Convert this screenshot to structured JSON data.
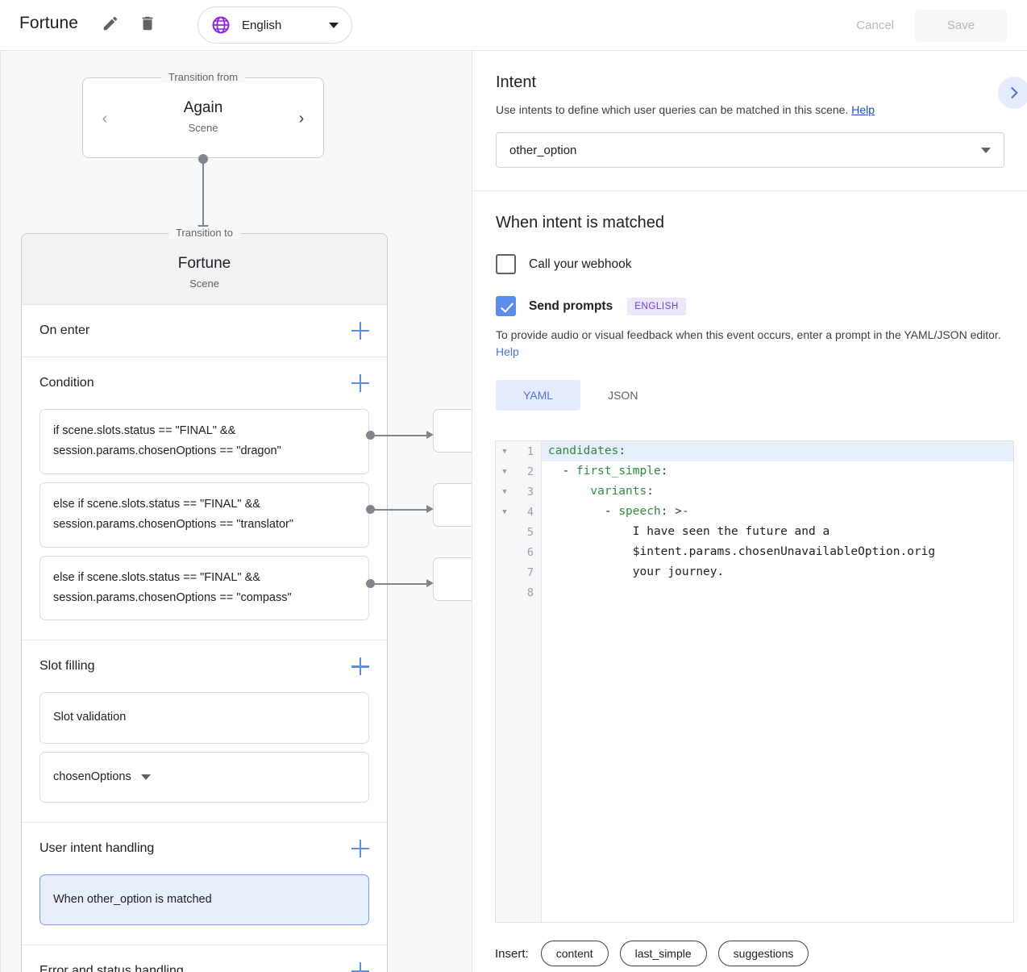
{
  "topbar": {
    "title": "Fortune",
    "edit_icon": "pencil-icon",
    "delete_icon": "trash-icon",
    "language": "English",
    "globe_icon": "globe-icon",
    "cancel_label": "Cancel",
    "save_label": "Save"
  },
  "canvas": {
    "transition_from": {
      "legend": "Transition from",
      "name": "Again",
      "subtitle": "Scene",
      "prev_arrow": "‹",
      "next_arrow": "›"
    },
    "transition_to": {
      "legend": "Transition to",
      "name": "Fortune",
      "subtitle": "Scene"
    },
    "sections": [
      {
        "title": "On enter",
        "items": []
      },
      {
        "title": "Condition",
        "items": [
          {
            "line1": "if scene.slots.status == \"FINAL\" &&",
            "line2": "session.params.chosenOptions == \"dragon\""
          },
          {
            "line1": "else if scene.slots.status == \"FINAL\" &&",
            "line2": "session.params.chosenOptions == \"translator\""
          },
          {
            "line1": "else if scene.slots.status == \"FINAL\" &&",
            "line2": "session.params.chosenOptions == \"compass\""
          }
        ]
      },
      {
        "title": "Slot filling",
        "items": [
          {
            "line1": "Slot validation"
          },
          {
            "line1": "chosenOptions"
          }
        ]
      },
      {
        "title": "User intent handling",
        "items": [
          {
            "line1": "When other_option is matched"
          }
        ]
      },
      {
        "title": "Error and status handling",
        "items": []
      }
    ]
  },
  "right": {
    "intent": {
      "heading": "Intent",
      "description": "Use intents to define which user queries can be matched in this scene.",
      "help_label": "Help",
      "selected": "other_option"
    },
    "expand_icon": "chevron-right-icon",
    "when_matched": {
      "heading": "When intent is matched",
      "webhook_label": "Call your webhook",
      "webhook_checked": false,
      "prompts_label": "Send prompts",
      "prompts_checked": true,
      "language_badge": "ENGLISH",
      "note": "To provide audio or visual feedback when this event occurs, enter a prompt in the YAML/JSON editor.",
      "note_help": "Help",
      "tabs": [
        {
          "label": "YAML",
          "active": true
        },
        {
          "label": "JSON",
          "active": false
        }
      ]
    },
    "editor": {
      "active_line": 1,
      "lines": [
        {
          "n": "1",
          "fold": true,
          "key": "candidates",
          "rest": ":",
          "indent": ""
        },
        {
          "n": "2",
          "fold": true,
          "key": "first_simple",
          "rest": ":",
          "indent": "  - "
        },
        {
          "n": "3",
          "fold": true,
          "key": "variants",
          "rest": ":",
          "indent": "      "
        },
        {
          "n": "4",
          "fold": true,
          "key": "speech",
          "rest": ": >-",
          "indent": "        - "
        },
        {
          "n": "5",
          "fold": false,
          "key": "",
          "rest": "I have seen the future and a",
          "indent": "            "
        },
        {
          "n": "6",
          "fold": false,
          "key": "",
          "rest": "$intent.params.chosenUnavailableOption.orig",
          "indent": "            "
        },
        {
          "n": "7",
          "fold": false,
          "key": "",
          "rest": "your journey.",
          "indent": "            "
        },
        {
          "n": "8",
          "fold": false,
          "key": "",
          "rest": "",
          "indent": ""
        }
      ]
    },
    "insert": {
      "label": "Insert:",
      "chips": [
        "content",
        "last_simple",
        "suggestions"
      ]
    }
  }
}
